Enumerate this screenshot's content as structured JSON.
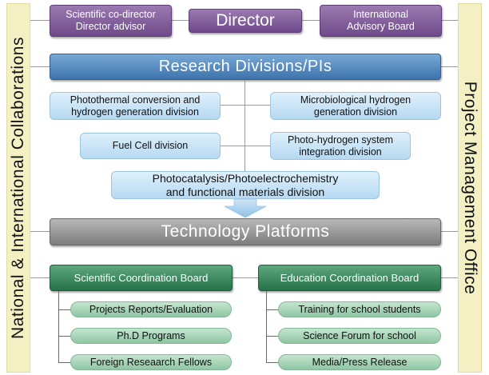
{
  "side_left": "National & International Collaborations",
  "side_right": "Project Management Office",
  "top": {
    "left": [
      "Scientific co-director",
      "Director advisor"
    ],
    "center": "Director",
    "right": [
      "International",
      "Advisory Board"
    ]
  },
  "research": {
    "title": "Research Divisions/PIs",
    "d1": [
      "Photothermal conversion and",
      "hydrogen generation division"
    ],
    "d2": [
      "Microbiological hydrogen",
      "generation division"
    ],
    "d3": [
      "Fuel Cell division"
    ],
    "d4": [
      "Photo-hydrogen system",
      "integration division"
    ],
    "d5": [
      "Photocatalysis/Photoelectrochemistry",
      "and functional materials division"
    ]
  },
  "platforms": {
    "title": "Technology Platforms"
  },
  "scientific": {
    "title": "Scientific Coordination Board",
    "items": [
      "Projects Reports/Evaluation",
      "Ph.D Programs",
      "Foreign Reseaarch Fellows"
    ]
  },
  "education": {
    "title": "Education Coordination Board",
    "items": [
      "Training for school students",
      "Science Forum for school",
      "Media/Press Release"
    ]
  },
  "colors": {
    "purple": "#7a5596",
    "blue": "#4a82bd",
    "gray": "#8c8c8c",
    "green": "#2f7d52",
    "side": "#f4f0c4"
  }
}
